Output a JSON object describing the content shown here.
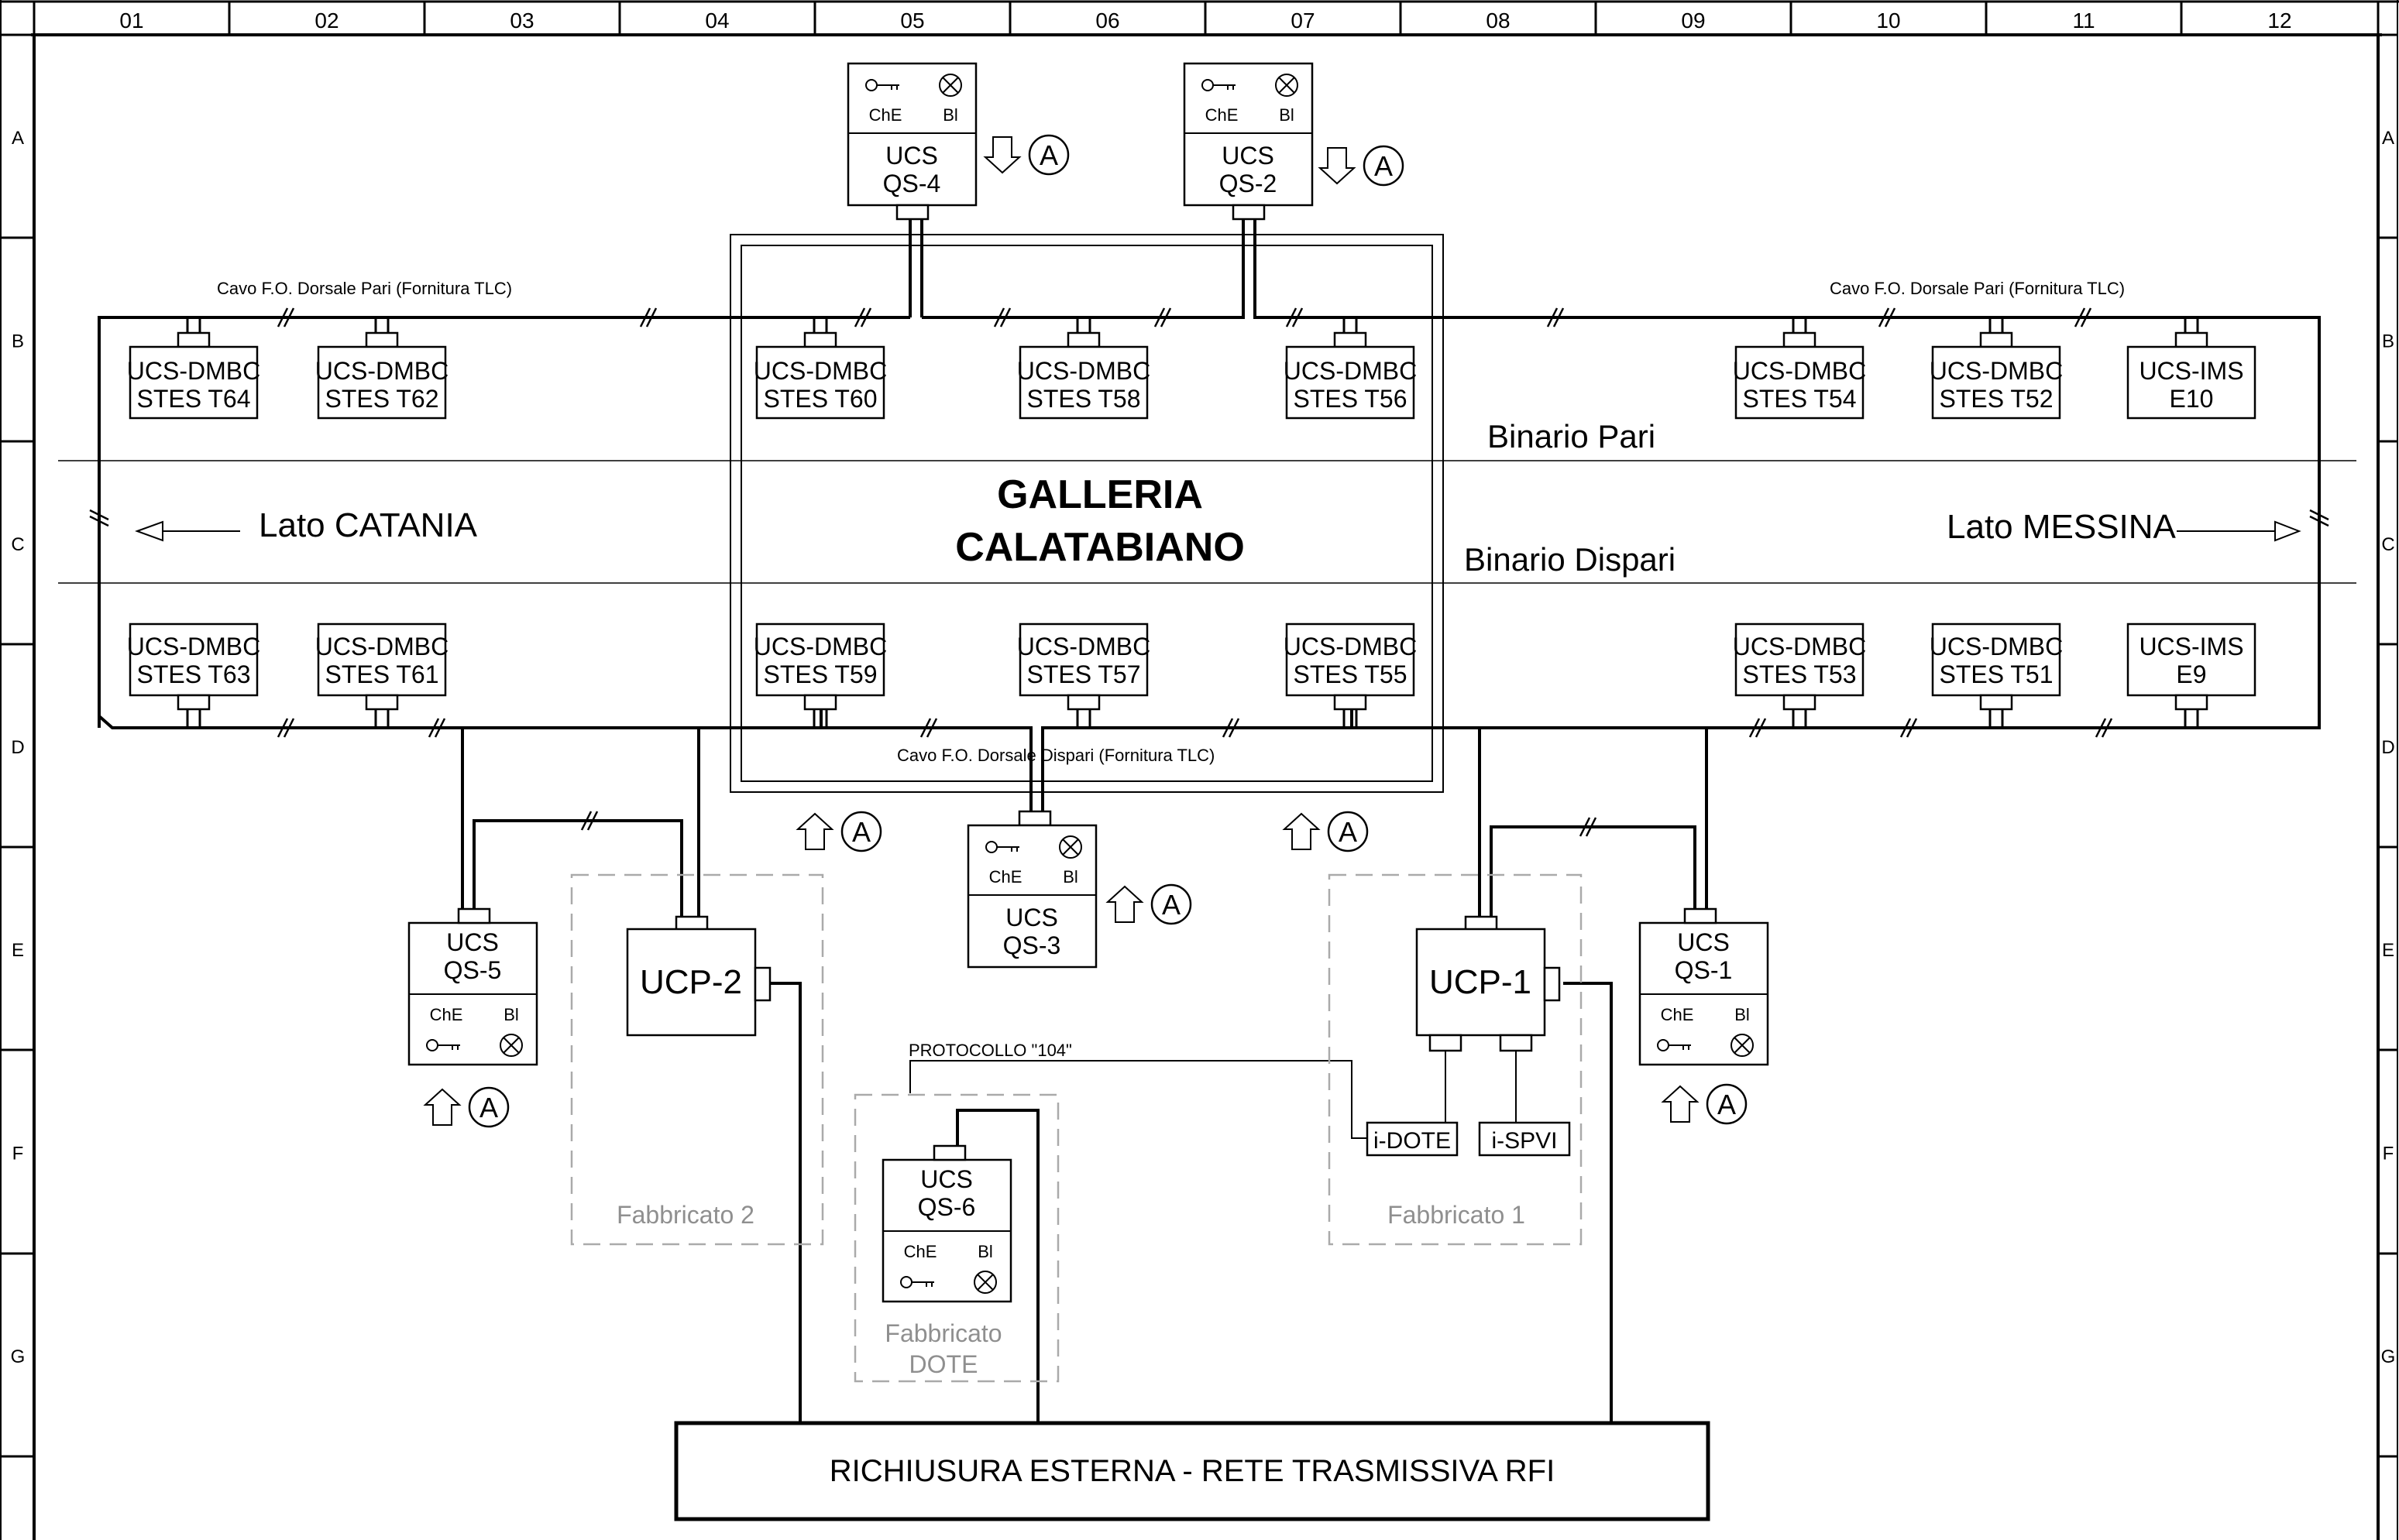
{
  "frame": {
    "columns": [
      "01",
      "02",
      "03",
      "04",
      "05",
      "06",
      "07",
      "08",
      "09",
      "10",
      "11",
      "12"
    ],
    "rows": [
      "A",
      "B",
      "C",
      "D",
      "E",
      "F",
      "G"
    ]
  },
  "gallery": {
    "line1": "GALLERIA",
    "line2": "CALATABIANO"
  },
  "tracks": {
    "pari": "Binario Pari",
    "dispari": "Binario Dispari"
  },
  "sides": {
    "catania": "Lato CATANIA",
    "messina": "Lato MESSINA"
  },
  "cables": {
    "pari_left": "Cavo F.O. Dorsale Pari (Fornitura TLC)",
    "pari_right": "Cavo F.O. Dorsale Pari (Fornitura TLC)",
    "dispari": "Cavo F.O. Dorsale Dispari (Fornitura TLC)",
    "protocol": "PROTOCOLLO \"104\""
  },
  "stes_pari": [
    {
      "l1": "UCS-DMBC",
      "l2": "STES T64"
    },
    {
      "l1": "UCS-DMBC",
      "l2": "STES T62"
    },
    {
      "l1": "UCS-DMBC",
      "l2": "STES T60"
    },
    {
      "l1": "UCS-DMBC",
      "l2": "STES T58"
    },
    {
      "l1": "UCS-DMBC",
      "l2": "STES T56"
    },
    {
      "l1": "UCS-DMBC",
      "l2": "STES T54"
    },
    {
      "l1": "UCS-DMBC",
      "l2": "STES T52"
    },
    {
      "l1": "UCS-IMS",
      "l2": "E10"
    }
  ],
  "stes_dispari": [
    {
      "l1": "UCS-DMBC",
      "l2": "STES T63"
    },
    {
      "l1": "UCS-DMBC",
      "l2": "STES T61"
    },
    {
      "l1": "UCS-DMBC",
      "l2": "STES T59"
    },
    {
      "l1": "UCS-DMBC",
      "l2": "STES T57"
    },
    {
      "l1": "UCS-DMBC",
      "l2": "STES T55"
    },
    {
      "l1": "UCS-DMBC",
      "l2": "STES T53"
    },
    {
      "l1": "UCS-DMBC",
      "l2": "STES T51"
    },
    {
      "l1": "UCS-IMS",
      "l2": "E9"
    }
  ],
  "qs": [
    {
      "l1": "UCS",
      "l2": "QS-4"
    },
    {
      "l1": "UCS",
      "l2": "QS-2"
    },
    {
      "l1": "UCS",
      "l2": "QS-3"
    },
    {
      "l1": "UCS",
      "l2": "QS-5"
    },
    {
      "l1": "UCS",
      "l2": "QS-1"
    },
    {
      "l1": "UCS",
      "l2": "QS-6"
    }
  ],
  "qs_labels": {
    "che": "ChE",
    "bl": "Bl"
  },
  "ucp": {
    "ucp1": "UCP-1",
    "ucp2": "UCP-2"
  },
  "devices": {
    "idote": "i-DOTE",
    "ispvi": "i-SPVI"
  },
  "buildings": {
    "f1": "Fabbricato 1",
    "f2": "Fabbricato 2",
    "dote1": "Fabbricato",
    "dote2": "DOTE"
  },
  "marker": "A",
  "network": "RICHIUSURA ESTERNA - RETE TRASMISSIVA RFI"
}
